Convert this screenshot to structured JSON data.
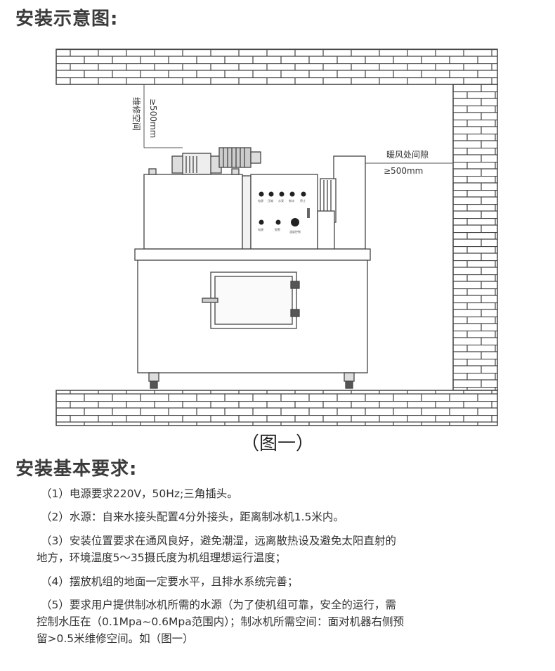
{
  "headings": {
    "diagram_title": "安装示意图:",
    "requirements_title": "安装基本要求:"
  },
  "diagram": {
    "caption": "（图一）",
    "left_label": "维修空间",
    "left_value": "≥500mm",
    "right_label": "暖风处间隙",
    "right_value": "≥500mm",
    "panel_labels_row1": [
      "电源",
      "压缩",
      "水泵",
      "制冰",
      "停止"
    ],
    "panel_labels_row2": [
      "电源",
      "报警",
      "温度控制"
    ]
  },
  "requirements": [
    "（1）电源要求220V，50Hz;三角插头。",
    "（2）水源：自来水接头配置4分外接头，距离制冰机1.5米内。",
    "（3）安装位置要求在通风良好，避免潮湿，远离散热设及避免太阳直射的",
    "地方，环境温度5～35摄氏度为机组理想运行温度；",
    "（4）摆放机组的地面一定要水平，且排水系统完善；",
    "（5）要求用户提供制冰机所需的水源（为了使机组可靠，安全的运行，需",
    "控制水压在（0.1Mpa~0.6Mpa范围内）；制冰机所需空间：面对机器右侧预",
    "留>0.5米维修空间。如（图一）"
  ]
}
